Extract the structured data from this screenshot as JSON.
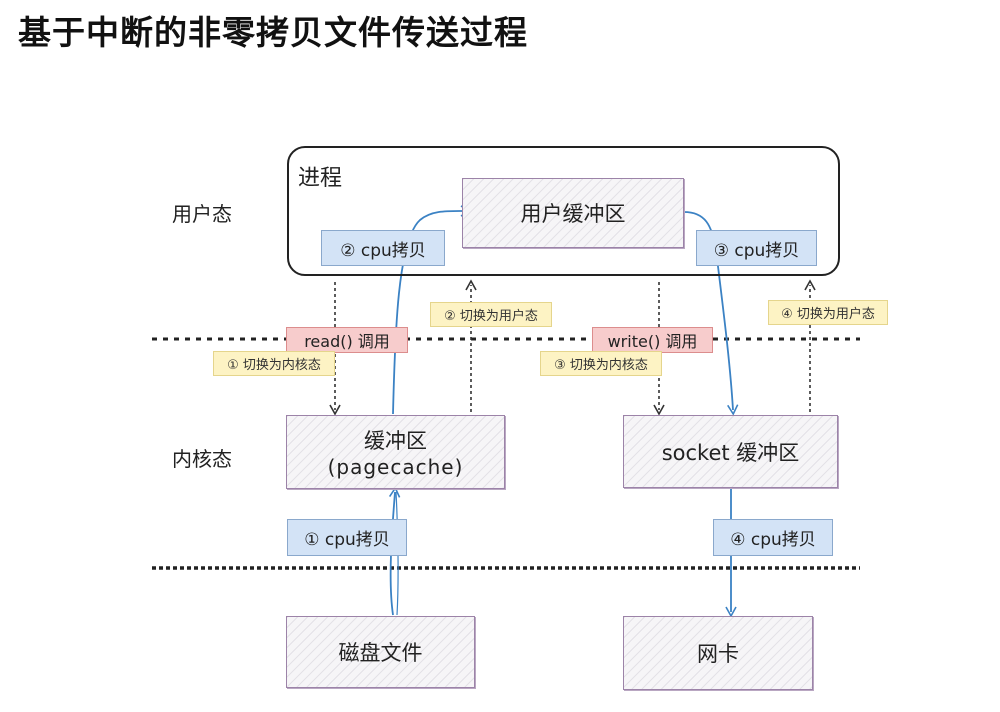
{
  "title": "基于中断的非零拷贝文件传送过程",
  "layers": {
    "user_mode": "用户态",
    "kernel_mode": "内核态"
  },
  "process": {
    "label": "进程",
    "user_buffer": "用户缓冲区"
  },
  "nodes": {
    "page_cache_line1": "缓冲区",
    "page_cache_line2": "(pagecache)",
    "socket_buffer": "socket 缓冲区",
    "disk_file": "磁盘文件",
    "nic": "网卡"
  },
  "cpu_copies": {
    "step1": "① cpu拷贝",
    "step2": "② cpu拷贝",
    "step3": "③ cpu拷贝",
    "step4": "④ cpu拷贝"
  },
  "syscalls": {
    "read": "read() 调用",
    "write": "write() 调用"
  },
  "context_switches": {
    "step1": "① 切换为内核态",
    "step2": "② 切换为用户态",
    "step3": "③ 切换为内核态",
    "step4": "④ 切换为用户态"
  },
  "colors": {
    "copy_arrow": "#3b82c4",
    "switch_arrow": "#333333",
    "syscall_fill": "#f7cccc",
    "switch_fill": "#fdf3c4",
    "copy_fill": "#d3e3f6",
    "node_border": "#9c83a8"
  }
}
